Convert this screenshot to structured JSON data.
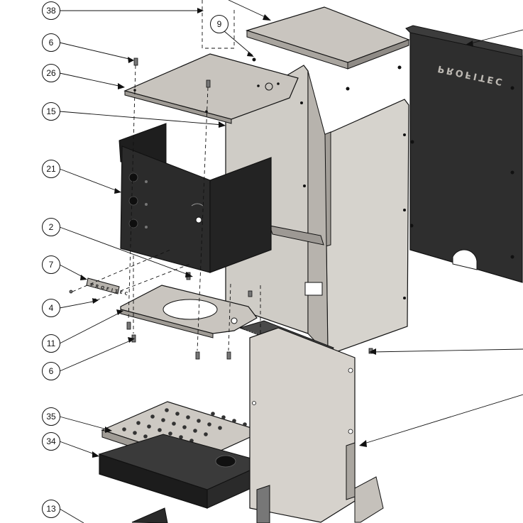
{
  "diagram": {
    "type": "exploded-parts-view",
    "callouts": [
      {
        "id": "c38",
        "label": "38"
      },
      {
        "id": "c6a",
        "label": "6"
      },
      {
        "id": "c26",
        "label": "26"
      },
      {
        "id": "c15",
        "label": "15"
      },
      {
        "id": "c21",
        "label": "21"
      },
      {
        "id": "c2",
        "label": "2"
      },
      {
        "id": "c7",
        "label": "7"
      },
      {
        "id": "c4",
        "label": "4"
      },
      {
        "id": "c11",
        "label": "11"
      },
      {
        "id": "c6b",
        "label": "6"
      },
      {
        "id": "c35",
        "label": "35"
      },
      {
        "id": "c34",
        "label": "34"
      },
      {
        "id": "c13",
        "label": "13"
      },
      {
        "id": "c9",
        "label": "9"
      }
    ],
    "brand_back_panel": "PROFITEC",
    "brand_badge": "PROFITEC",
    "colors": {
      "line": "#111111",
      "sheet_light": "#d3d0cb",
      "sheet_mid": "#bdb9b3",
      "sheet_dark": "#8e8a85",
      "panel_black": "#2a2a2a",
      "panel_black_edge": "#161616"
    }
  }
}
